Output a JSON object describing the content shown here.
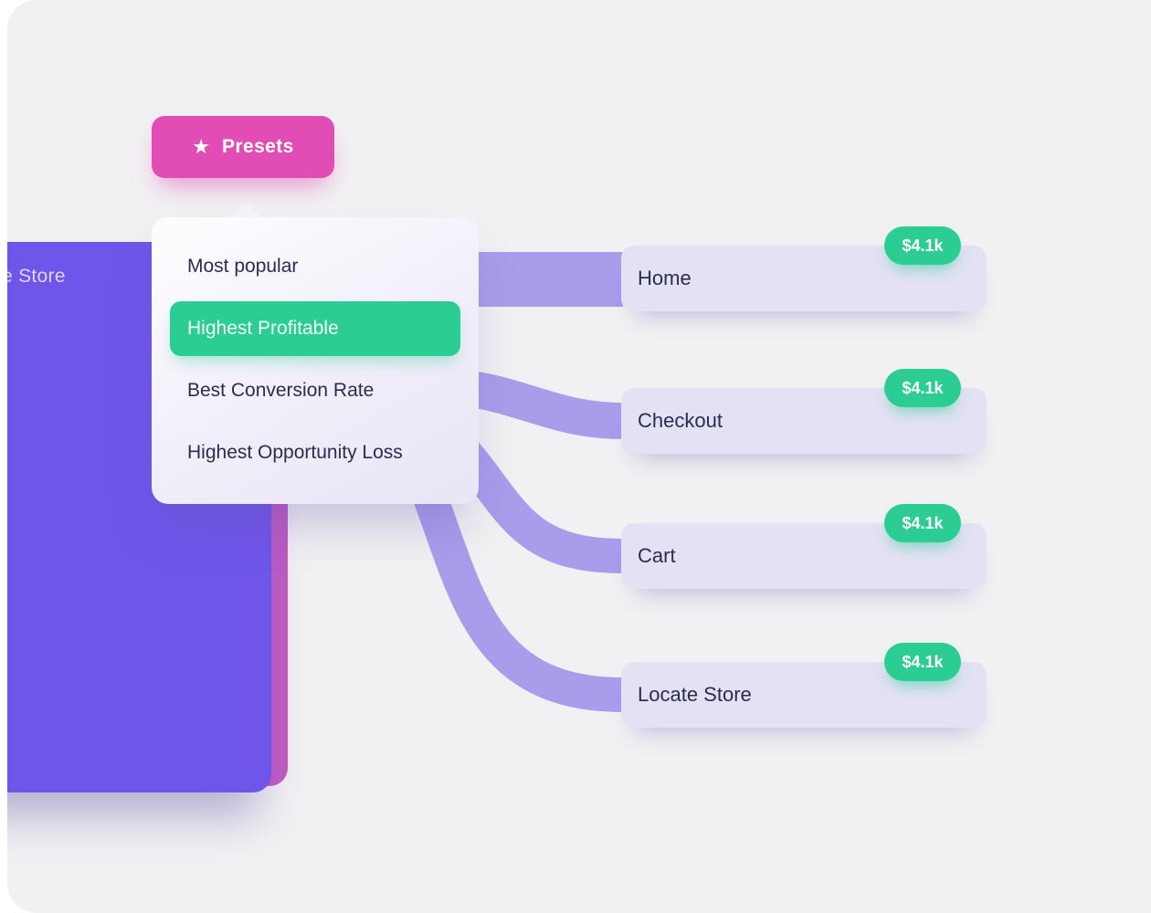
{
  "colors": {
    "canvas": "#f1f1f3",
    "pink": "#e14db5",
    "purple": "#6f55e9",
    "magenta": "#c05ac4",
    "connector": "#a89deb",
    "node_bg": "#e4e1f4",
    "green": "#2bcd92",
    "dark": "#2a2d53"
  },
  "presets_button": {
    "label": "Presets",
    "icon": "star-icon"
  },
  "dropdown": {
    "selected_index": 1,
    "items": [
      {
        "label": "Most popular"
      },
      {
        "label": "Highest Profitable"
      },
      {
        "label": "Best Conversion Rate"
      },
      {
        "label": "Highest Opportunity Loss"
      }
    ]
  },
  "source_panel": {
    "label": "e Store"
  },
  "flow_nodes": [
    {
      "label": "Home",
      "badge": "$4.1k"
    },
    {
      "label": "Checkout",
      "badge": "$4.1k"
    },
    {
      "label": "Cart",
      "badge": "$4.1k"
    },
    {
      "label": "Locate Store",
      "badge": "$4.1k"
    }
  ]
}
